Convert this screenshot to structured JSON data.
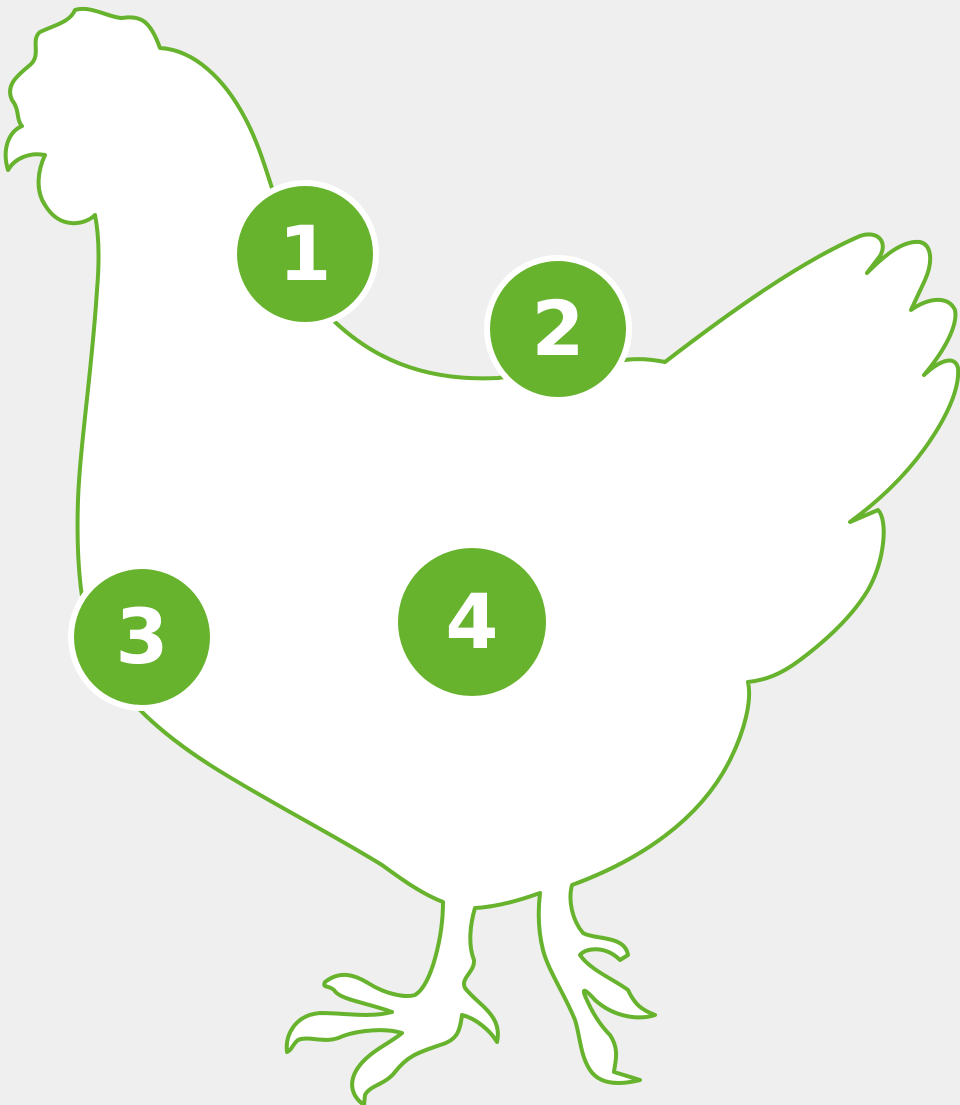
{
  "colors": {
    "background": "#efefef",
    "accent": "#67b32e",
    "silhouette": "#ffffff"
  },
  "markers": [
    {
      "label": "1"
    },
    {
      "label": "2"
    },
    {
      "label": "3"
    },
    {
      "label": "4"
    }
  ]
}
